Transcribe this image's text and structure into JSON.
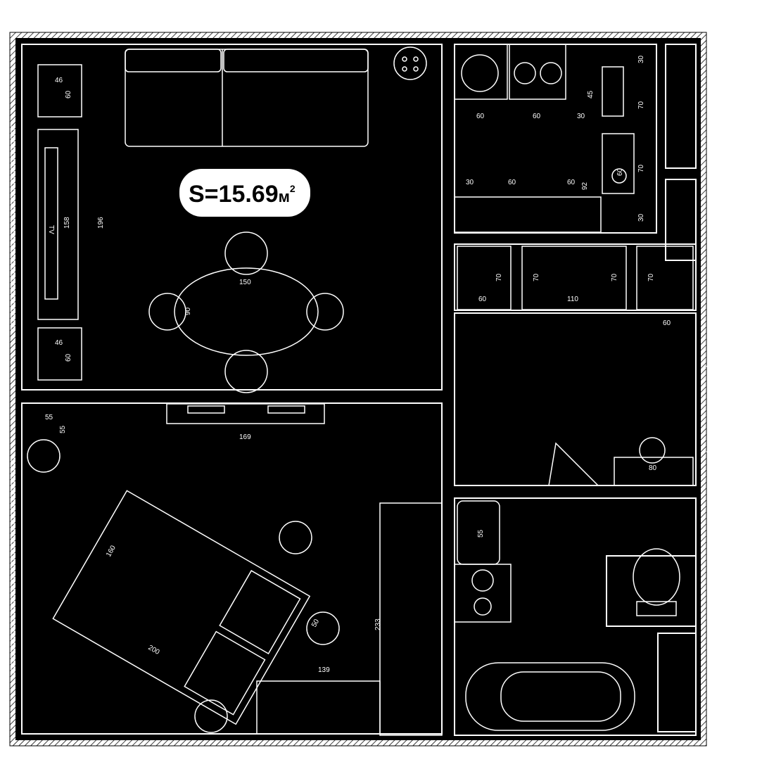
{
  "area_label": {
    "prefix": "S=",
    "value": "15.69",
    "unit": "м",
    "power": "2"
  },
  "tv_label": "TV",
  "dimensions": {
    "living_room": {
      "nightstand_top_w": "46",
      "nightstand_top_d": "60",
      "tv_length": "158",
      "tv_unit_length": "196",
      "nightstand_bottom_w": "46",
      "nightstand_bottom_d": "60",
      "table_length": "150",
      "table_width": "90"
    },
    "kitchen": {
      "top_a": "60",
      "top_b": "60",
      "top_c": "30",
      "depth_45": "45",
      "side_30_top": "30",
      "side_70_a": "70",
      "side_70_b": "70",
      "side_30_bottom": "30",
      "sink_60": "60",
      "bottom_a": "30",
      "bottom_b": "60",
      "bottom_c": "60",
      "depth_92": "92"
    },
    "wardrobe": {
      "left_depth": "70",
      "left_width": "60",
      "mid_depth_a": "70",
      "mid_depth_b": "70",
      "mid_width": "110",
      "right_depth": "70",
      "hall_width": "60"
    },
    "hall": {
      "bench": "80"
    },
    "bedroom": {
      "corner_w": "55",
      "corner_d": "55",
      "radiator": "169",
      "bed_width": "160",
      "bed_length": "200",
      "table_50": "50",
      "closet_depth": "233",
      "closet_width": "139"
    },
    "bathroom": {
      "sink_55": "55"
    }
  }
}
